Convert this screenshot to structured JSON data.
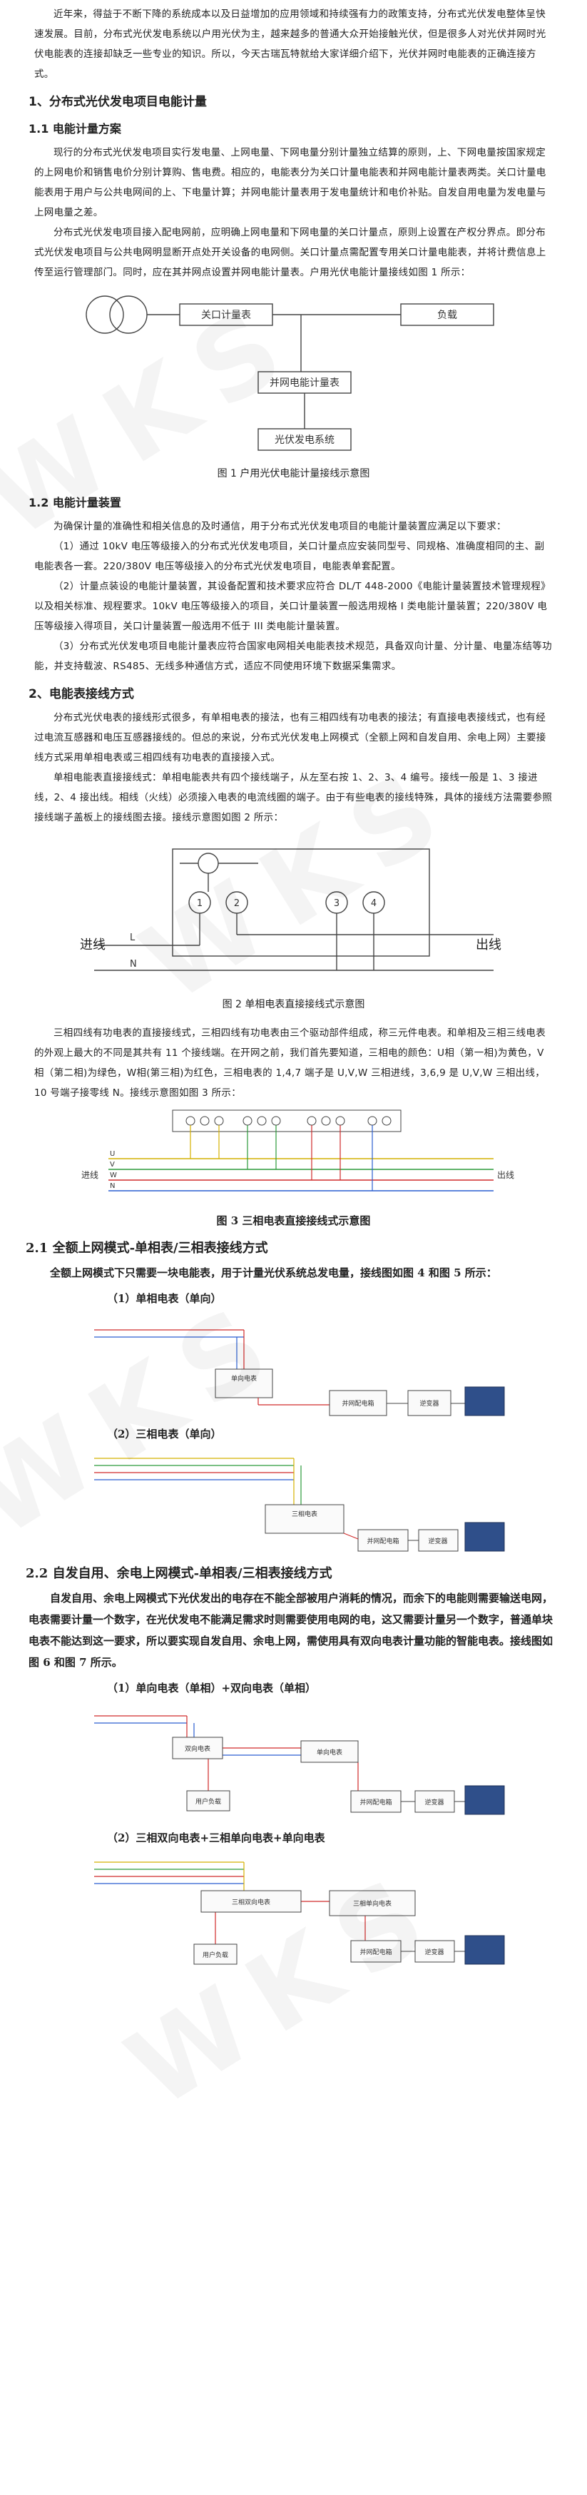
{
  "watermark": "WKS",
  "intro": [
    "近年来，得益于不断下降的系统成本以及日益增加的应用领域和持续强有力的政策支持，分布式光伏发电整体呈快速发展。目前，分布式光伏发电系统以户用光伏为主，越来越多的普通大众开始接触光伏，但是很多人对光伏并网时光伏电能表的连接却缺乏一些专业的知识。所以，今天古瑞瓦特就给大家详细介绍下，光伏并网时电能表的正确连接方式。"
  ],
  "s1": {
    "title": "1、分布式光伏发电项目电能计量",
    "s11_title": "1.1  电能计量方案",
    "s11_paras": [
      "现行的分布式光伏发电项目实行发电量、上网电量、下网电量分别计量独立结算的原则，上、下网电量按国家规定的上网电价和销售电价分别计算购、售电费。相应的，电能表分为关口计量电能表和并网电能计量表两类。关口计量电能表用于用户与公共电网间的上、下电量计算；并网电能计量表用于发电量统计和电价补贴。自发自用电量为发电量与上网电量之差。",
      "分布式光伏发电项目接入配电网前，应明确上网电量和下网电量的关口计量点，原则上设置在产权分界点。即分布式光伏发电项目与公共电网明显断开点处开关设备的电网侧。关口计量点需配置专用关口计量电能表，并将计费信息上传至运行管理部门。同时，应在其并网点设置并网电能计量表。户用光伏电能计量接线如图 1 所示："
    ],
    "fig1": {
      "gate_meter": "关口计量表",
      "load": "负载",
      "grid_meter": "并网电能计量表",
      "pv": "光伏发电系统",
      "caption": "图 1  户用光伏电能计量接线示意图"
    },
    "s12_title": "1.2  电能计量装置",
    "s12_paras": [
      "为确保计量的准确性和相关信息的及时通信，用于分布式光伏发电项目的电能计量装置应满足以下要求：",
      "（1）通过 10kV 电压等级接入的分布式光伏发电项目，关口计量点应安装同型号、同规格、准确度相同的主、副电能表各一套。220/380V 电压等级接入的分布式光伏发电项目，电能表单套配置。",
      "（2）计量点装设的电能计量装置，其设备配置和技术要求应符合 DL/T 448-2000《电能计量装置技术管理规程》以及相关标准、规程要求。10kV 电压等级接入的项目，关口计量装置一般选用规格 I 类电能计量装置；220/380V 电压等级接入得项目，关口计量装置一般选用不低于 III 类电能计量装置。",
      "（3）分布式光伏发电项目电能计量表应符合国家电网相关电能表技术规范，具备双向计量、分计量、电量冻结等功能，并支持载波、RS485、无线多种通信方式，适应不同使用环境下数据采集需求。"
    ]
  },
  "s2": {
    "title": "2、电能表接线方式",
    "paras": [
      "分布式光伏电表的接线形式很多，有单相电表的接法，也有三相四线有功电表的接法；有直接电表接线式，也有经过电流互感器和电压互感器接线的。但总的来说，分布式光伏发电上网模式（全额上网和自发自用、余电上网）主要接线方式采用单相电表或三相四线有功电表的直接接入式。",
      "单相电能表直接接线式：单相电能表共有四个接线端子，从左至右按 1、2、3、4 编号。接线一般是 1、3 接进线，2、4 接出线。相线（火线）必须接入电表的电流线圈的端子。由于有些电表的接线特殊，具体的接线方法需要参照接线端子盖板上的接线图去接。接线示意图如图 2 所示："
    ],
    "fig2": {
      "t1": "1",
      "t2": "2",
      "t3": "3",
      "t4": "4",
      "in_label": "进线",
      "out_label": "出线",
      "L": "L",
      "N": "N",
      "caption": "图 2   单相电表直接接线式示意图"
    },
    "paras2": [
      "三相四线有功电表的直接接线式，三相四线有功电表由三个驱动部件组成，称三元件电表。和单相及三相三线电表的外观上最大的不同是其共有 11 个接线端。在开网之前，我们首先要知道，三相电的颜色：U相（第一相)为黄色，V相（第二相)为绿色，W相(第三相)为红色，三相电表的 1,4,7 端子是 U,V,W 三相进线，3,6,9 是 U,V,W 三相出线，10 号端子接零线 N。接线示意图如图 3 所示："
    ],
    "fig3": {
      "in_label": "进线",
      "out_label": "出线",
      "U": "U",
      "V": "V",
      "W": "W",
      "N": "N",
      "caption": "图 3      三相电表直接接线式示意图"
    }
  },
  "s21": {
    "title": "2.1  全额上网模式-单相表/三相表接线方式",
    "para": "全额上网模式下只需要一块电能表，用于计量光伏系统总发电量，接线图如图 4 和图 5 所示：",
    "sub1": "（1）单相电表（单向）",
    "sub2": "（2）三相电表（单向）",
    "fig4": {
      "meter": "单向电表",
      "switch": "并网配电箱",
      "inverter": "逆变器"
    },
    "fig5": {
      "meter": "三相电表",
      "switch": "并网配电箱",
      "inverter": "逆变器"
    }
  },
  "s22": {
    "title": "2.2  自发自用、余电上网模式-单相表/三相表接线方式",
    "para": "自发自用、余电上网模式下光伏发出的电存在不能全部被用户消耗的情况，而余下的电能则需要输送电网，电表需要计量一个数字，在光伏发电不能满足需求时则需要使用电网的电，这又需要计量另一个数字，普通单块电表不能达到这一要求，所以要实现自发自用、余电上网，需使用具有双向电表计量功能的智能电表。接线图如图 6 和图 7 所示。",
    "sub1": "（1）单向电表（单相）+双向电表（单相）",
    "sub2": "（2）三相双向电表+三相单向电表+单向电表",
    "fig6": {
      "meter_a": "双向电表",
      "meter_b": "单向电表",
      "switch": "并网配电箱",
      "inverter": "逆变器",
      "load": "用户负载"
    },
    "fig7": {
      "meter_a": "三相双向电表",
      "meter_b": "三相单向电表",
      "switch": "并网配电箱",
      "inverter": "逆变器",
      "load": "用户负载"
    }
  }
}
